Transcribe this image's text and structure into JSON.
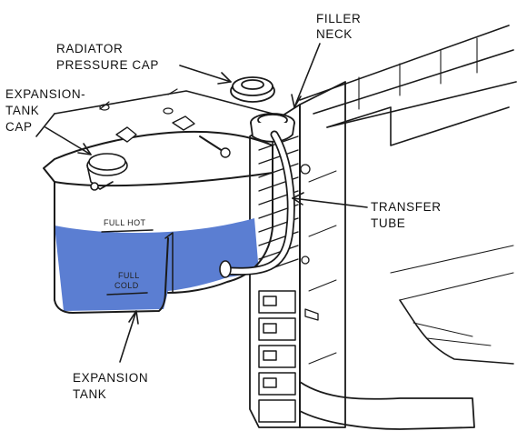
{
  "labels": {
    "filler_neck": [
      "FILLER",
      "NECK"
    ],
    "radiator_pressure_cap": [
      "RADIATOR",
      "PRESSURE CAP"
    ],
    "expansion_tank_cap": [
      "EXPANSION-",
      "TANK",
      "CAP"
    ],
    "transfer_tube": [
      "TRANSFER",
      "TUBE"
    ],
    "expansion_tank": [
      "EXPANSION",
      "TANK"
    ]
  },
  "tank_markings": {
    "full_hot": "FULL HOT",
    "full_cold": [
      "FULL",
      "COLD"
    ]
  },
  "colors": {
    "coolant": "#5b7ed2",
    "linework": "#1a1a1a",
    "background": "#ffffff"
  }
}
